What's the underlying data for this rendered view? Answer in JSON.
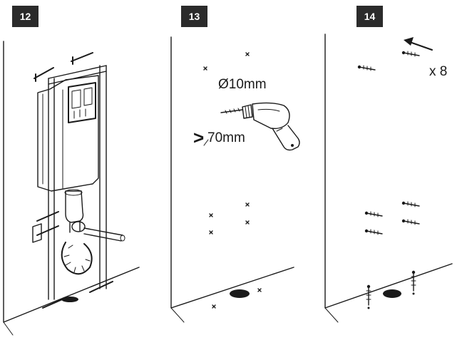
{
  "steps": [
    {
      "number": "12"
    },
    {
      "number": "13",
      "diameter": "Ø10mm",
      "depth_symbol": ">",
      "depth": "70mm"
    },
    {
      "number": "14",
      "quantity": "x 8"
    }
  ],
  "colors": {
    "ink": "#1a1a1a",
    "badge": "#2b2b2b",
    "paper": "#ffffff"
  },
  "icons": [
    "toilet-frame-icon",
    "drill-icon",
    "wall-plug-icon",
    "direction-arrow-icon",
    "drill-mark-icon"
  ]
}
